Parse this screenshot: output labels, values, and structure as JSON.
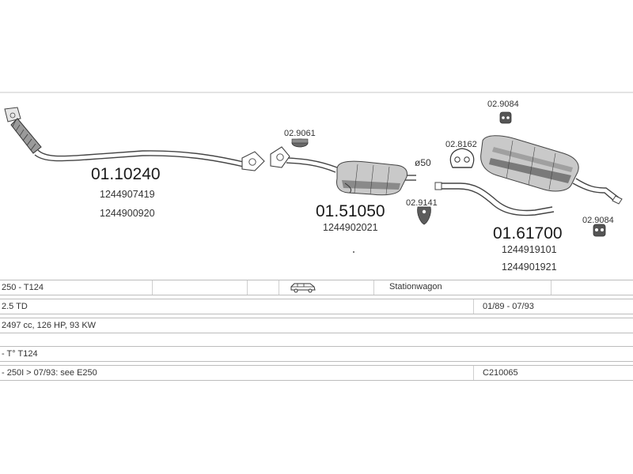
{
  "top_rule_color": "#c8c8c8",
  "parts": {
    "front_pipe": {
      "code": "01.10240",
      "refs": [
        "1244907419",
        "1244900920"
      ]
    },
    "center_silencer": {
      "code": "01.51050",
      "refs": [
        "1244902021"
      ]
    },
    "rear_silencer": {
      "code": "01.61700",
      "refs": [
        "1244919101",
        "1244901921"
      ]
    },
    "rubber_mount_center": "02.9061",
    "clamp_center": "02.9141",
    "pipe_diameter": "ø50",
    "rubber_mount_rear": "02.8162",
    "hanger_top": "02.9084",
    "hanger_bottom": "02.9084"
  },
  "spec_rows": [
    {
      "col1": "250 - T124",
      "col3": "Stationwagon",
      "vehicle_icon": "station-wagon-icon"
    },
    {
      "col1": "2.5 TD",
      "col2": "01/89 - 07/93"
    },
    {
      "col1": "2497 cc, 126 HP, 93 KW"
    },
    {
      "col1": "- T° T124"
    },
    {
      "col1": "- 250I > 07/93: see E250",
      "col2": "C210065"
    }
  ]
}
